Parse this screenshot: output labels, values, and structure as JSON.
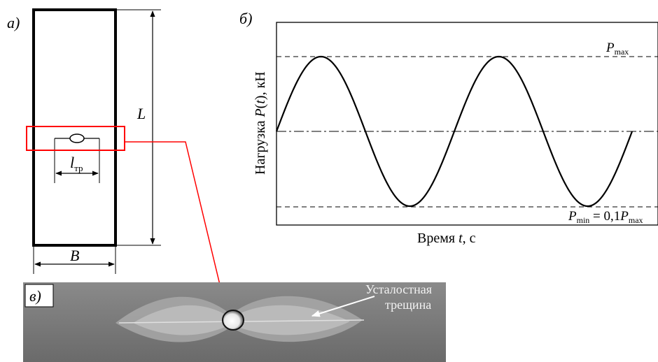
{
  "panel_a": {
    "label": "а)",
    "dim_length": "L",
    "dim_width": "B",
    "dim_crack_main": "l",
    "dim_crack_sub": "тр"
  },
  "panel_b": {
    "label": "б)",
    "y_axis_label_pre": "Нагрузка ",
    "y_axis_label_var": "P",
    "y_axis_label_mid": "(",
    "y_axis_label_t": "t",
    "y_axis_label_post": "), кН",
    "x_axis_label_pre": "Время ",
    "x_axis_label_var": "t",
    "x_axis_label_post": ", с",
    "pmax_var": "P",
    "pmax_sub": "max",
    "pmin_var": "P",
    "pmin_sub": "min",
    "pmin_eq": " = 0,1",
    "pmin_var2": "P",
    "pmin_sub2": "max",
    "colors": {
      "curve": "#000000",
      "highlight": "#ff0000"
    }
  },
  "panel_c": {
    "label": "в)",
    "annotation_line1": "Усталостная",
    "annotation_line2": "трещина"
  },
  "chart_data": {
    "type": "line",
    "title": "",
    "xlabel": "Время t, с",
    "ylabel": "Нагрузка P(t), кН",
    "series": [
      {
        "values_description_only": true,
        "cycles": 2,
        "shape": "sine",
        "pmax_ratio": 1.0,
        "pmin_ratio": 0.1
      }
    ],
    "reference_lines": [
      "Pmax",
      "Pmin = 0,1Pmax",
      "mean"
    ],
    "grid": false
  }
}
